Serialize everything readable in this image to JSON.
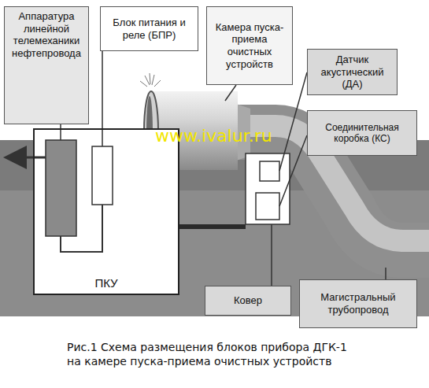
{
  "diagram": {
    "caption": "Рис.1 Схема размещения блоков прибора ДГК-1 на камере пуска-приема очистных устройств",
    "nodes": [
      {
        "text": [
          "Аппаратура линейной телемеханики нефтепровода"
        ]
      },
      {
        "text": [
          "Блок питания и реле (БПР)"
        ]
      },
      {
        "text": [
          "Камера пуска-приема очистных устройств"
        ]
      },
      {
        "text": [
          "Датчик акустический (ДА)"
        ]
      },
      {
        "text": [
          "Соединительная коробка (КС)"
        ]
      },
      {
        "text": [
          "ПКУ"
        ]
      },
      {
        "text": [
          "Ковер"
        ]
      },
      {
        "text": [
          "Магистральный трубопровод"
        ]
      }
    ],
    "labels": [
      "www.ivalur.ru"
    ]
  }
}
